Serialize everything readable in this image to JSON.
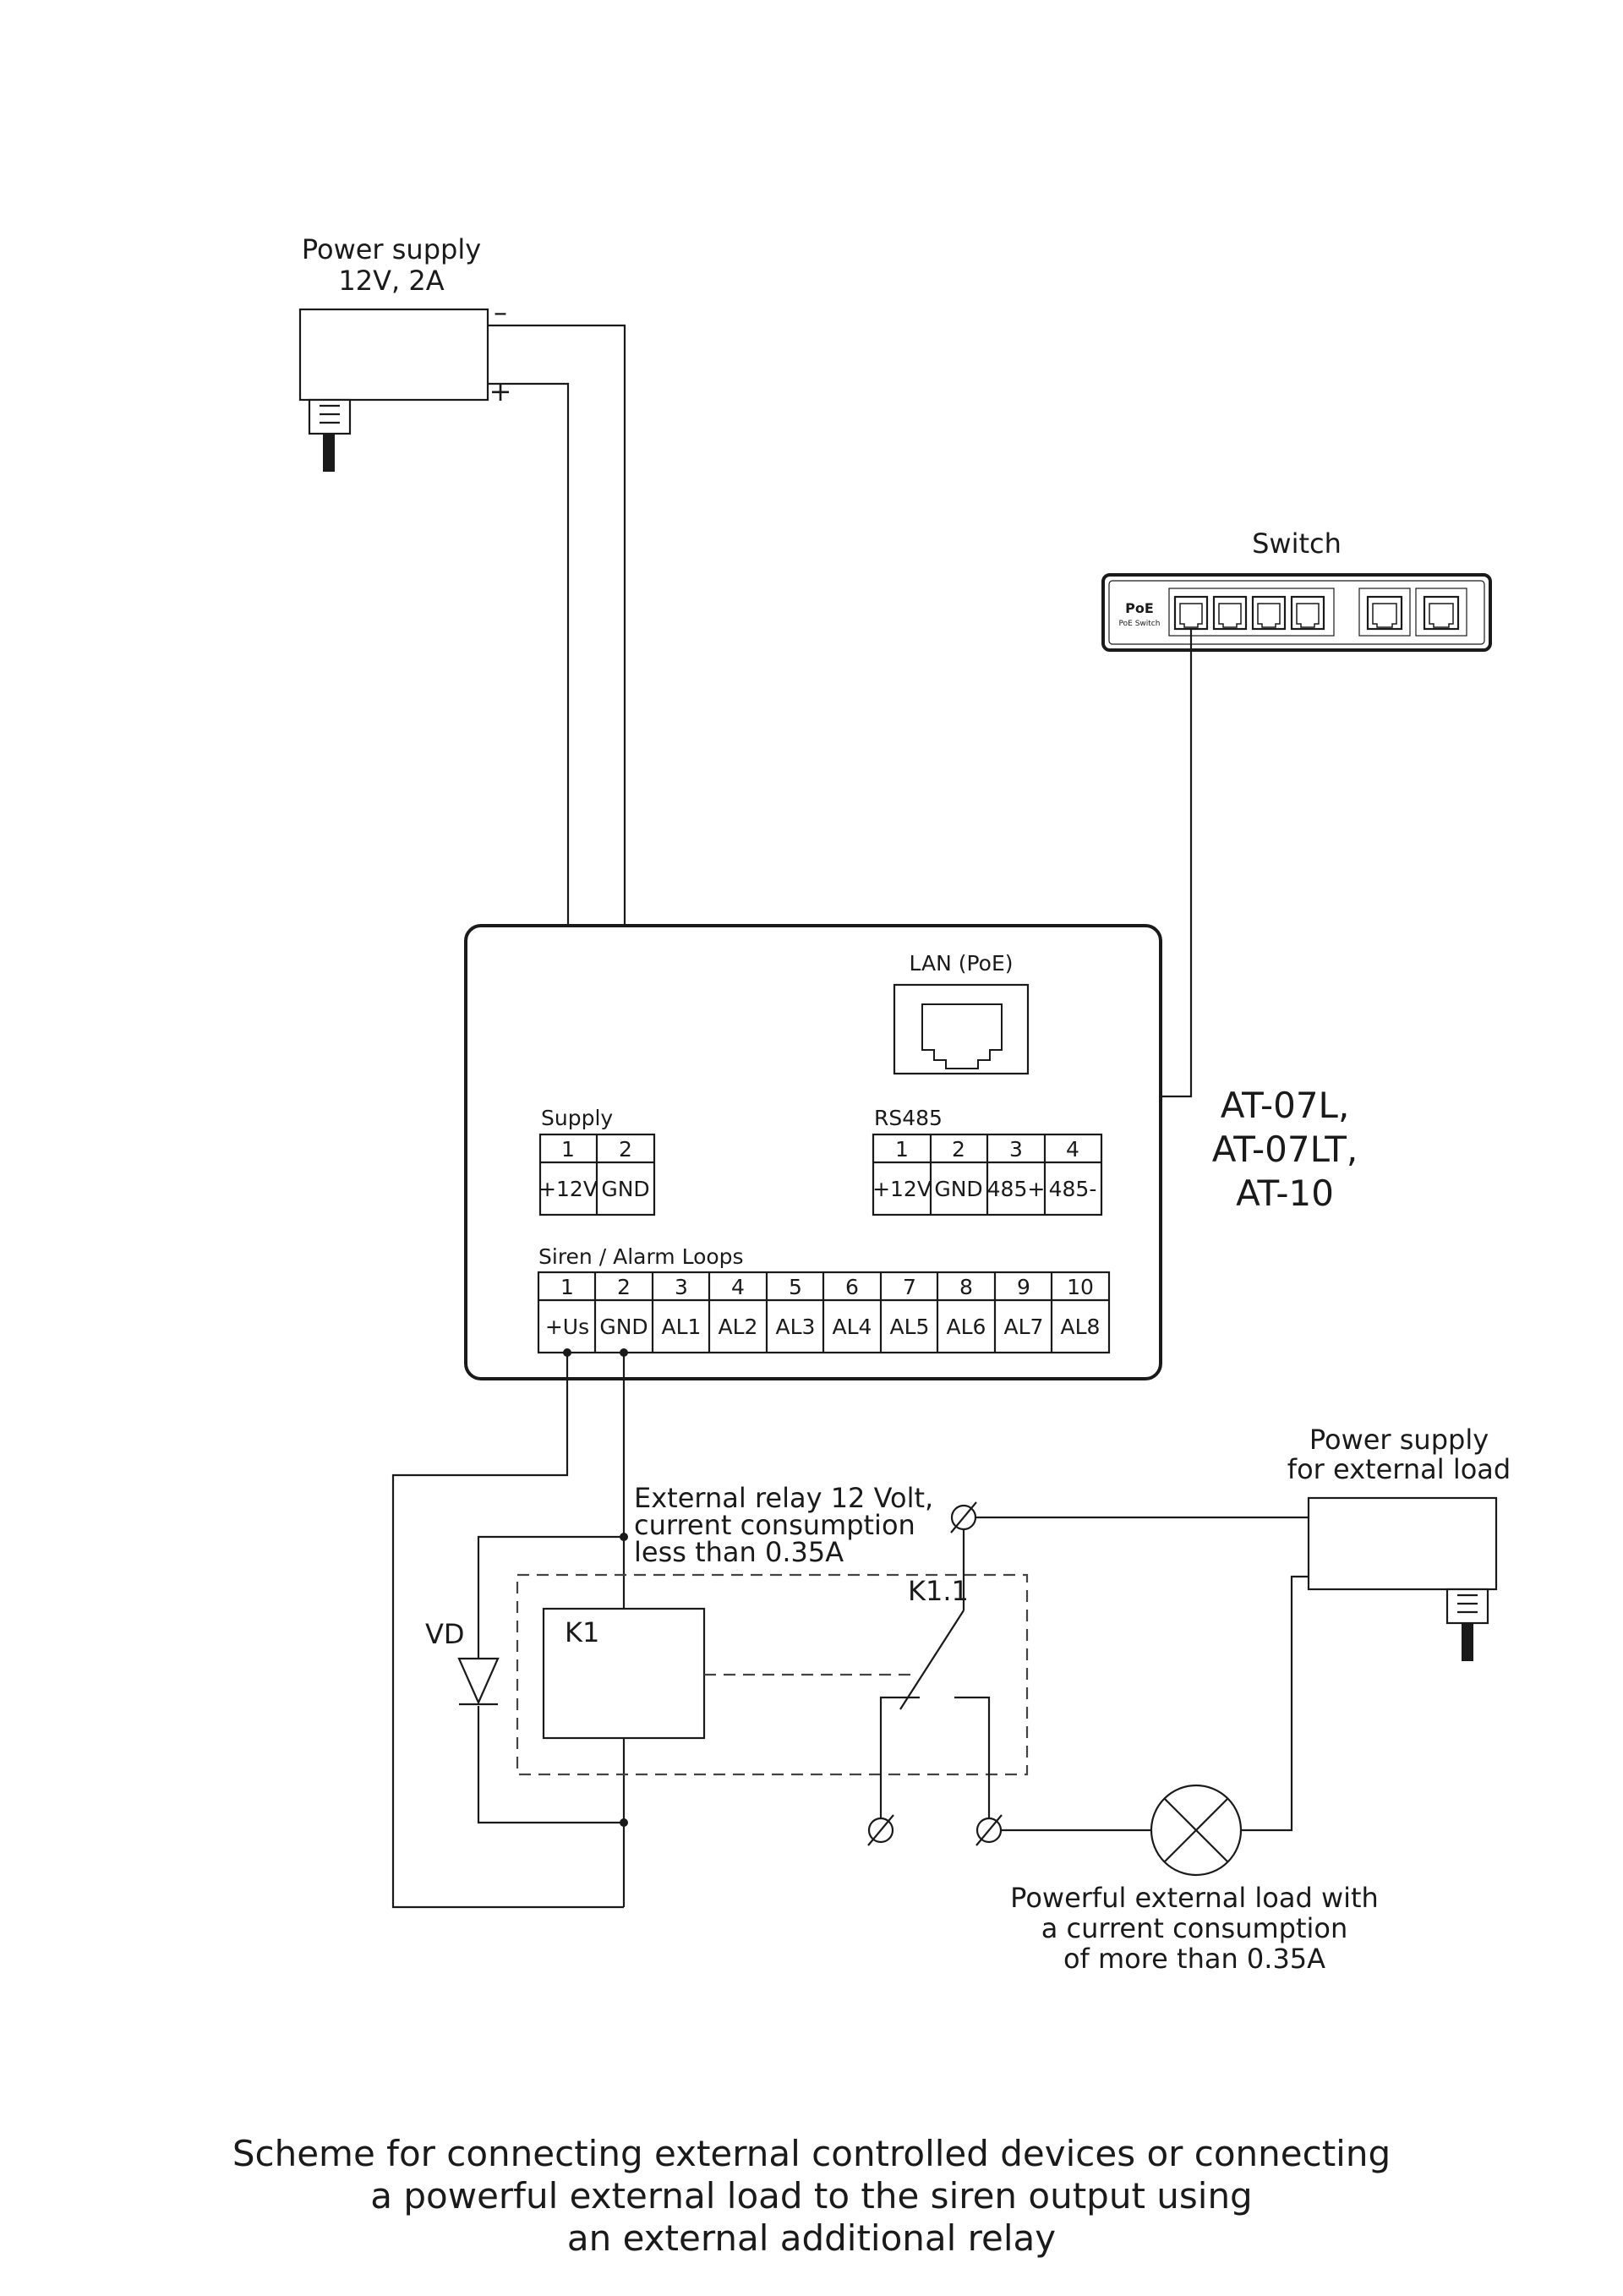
{
  "power_supply_top": {
    "title": "Power supply",
    "rating": "12V, 2A",
    "minus": "–",
    "plus": "+"
  },
  "switch": {
    "title": "Switch",
    "brand": "PoE",
    "subtitle": "PoE Switch"
  },
  "device": {
    "lan_label": "LAN (PoE)",
    "models": [
      "AT-07L,",
      "AT-07LT,",
      "AT-10"
    ],
    "supply": {
      "label": "Supply",
      "numbers": [
        "1",
        "2"
      ],
      "signals": [
        "+12V",
        "GND"
      ]
    },
    "rs485": {
      "label": "RS485",
      "numbers": [
        "1",
        "2",
        "3",
        "4"
      ],
      "signals": [
        "+12V",
        "GND",
        "485+",
        "485-"
      ]
    },
    "siren": {
      "label": "Siren / Alarm Loops",
      "numbers": [
        "1",
        "2",
        "3",
        "4",
        "5",
        "6",
        "7",
        "8",
        "9",
        "10"
      ],
      "signals": [
        "+Us",
        "GND",
        "AL1",
        "AL2",
        "AL3",
        "AL4",
        "AL5",
        "AL6",
        "AL7",
        "AL8"
      ]
    }
  },
  "relay": {
    "description": [
      "External relay 12 Volt,",
      "current consumption",
      "less than 0.35A"
    ],
    "coil": "K1",
    "contact": "K1.1",
    "diode": "VD"
  },
  "power_supply_load": {
    "title": [
      "Power supply",
      "for external load"
    ]
  },
  "load": {
    "description": [
      "Powerful external load with",
      "a current consumption",
      "of more than 0.35A"
    ]
  },
  "caption": [
    "Scheme for connecting external controlled devices or connecting",
    "a powerful external load to the siren output using",
    "an external additional relay"
  ]
}
